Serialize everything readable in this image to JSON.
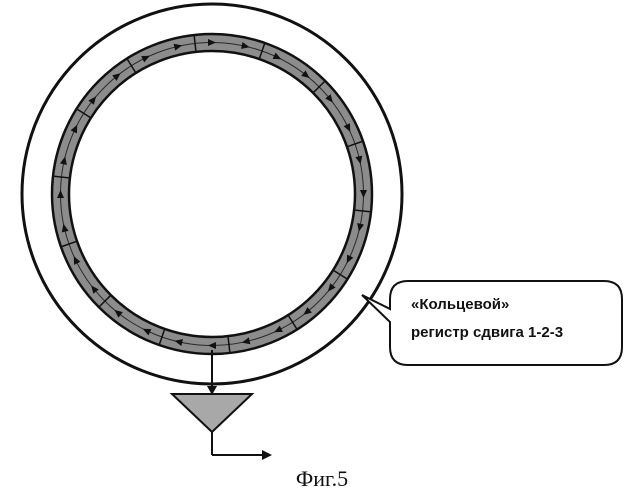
{
  "diagram": {
    "callout": {
      "line1": "«Кольцевой»",
      "line2": "регистр сдвига 1-2-3"
    },
    "caption": "Фиг.5",
    "colors": {
      "stroke": "#111111",
      "register_band": "#8c8c8c",
      "output_triangle_fill": "#a8a8a8",
      "background": "#ffffff"
    }
  }
}
